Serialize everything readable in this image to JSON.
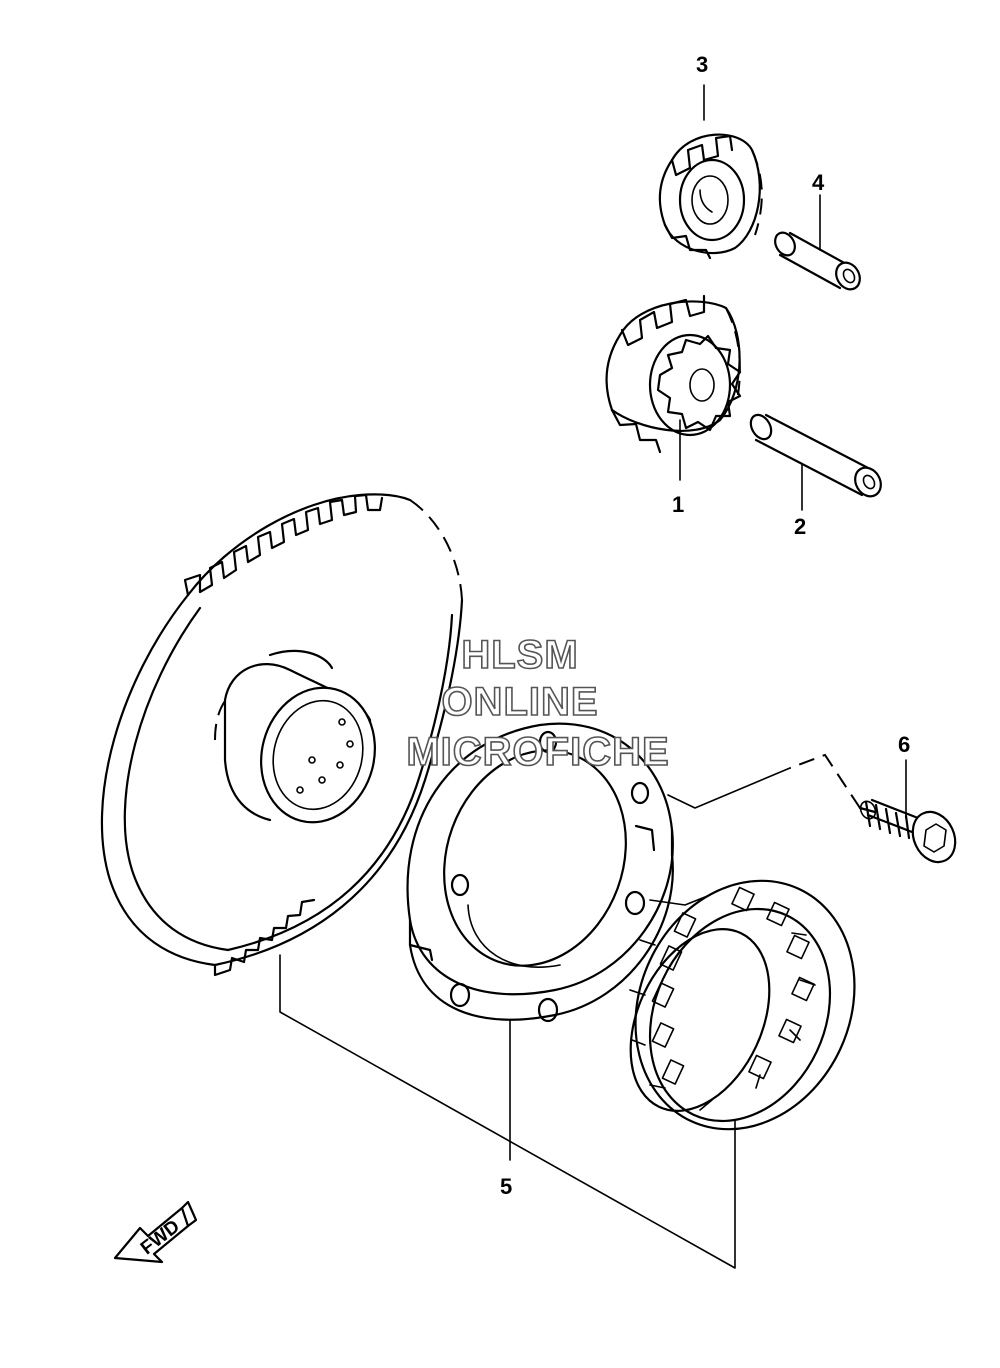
{
  "callouts": [
    {
      "id": "1",
      "label": "1"
    },
    {
      "id": "2",
      "label": "2"
    },
    {
      "id": "3",
      "label": "3"
    },
    {
      "id": "4",
      "label": "4"
    },
    {
      "id": "5",
      "label": "5"
    },
    {
      "id": "6",
      "label": "6"
    }
  ],
  "watermark": {
    "line1": "HLSM",
    "line2": "ONLINE",
    "line3": "MICROFICHE"
  },
  "direction_label": "FWD"
}
